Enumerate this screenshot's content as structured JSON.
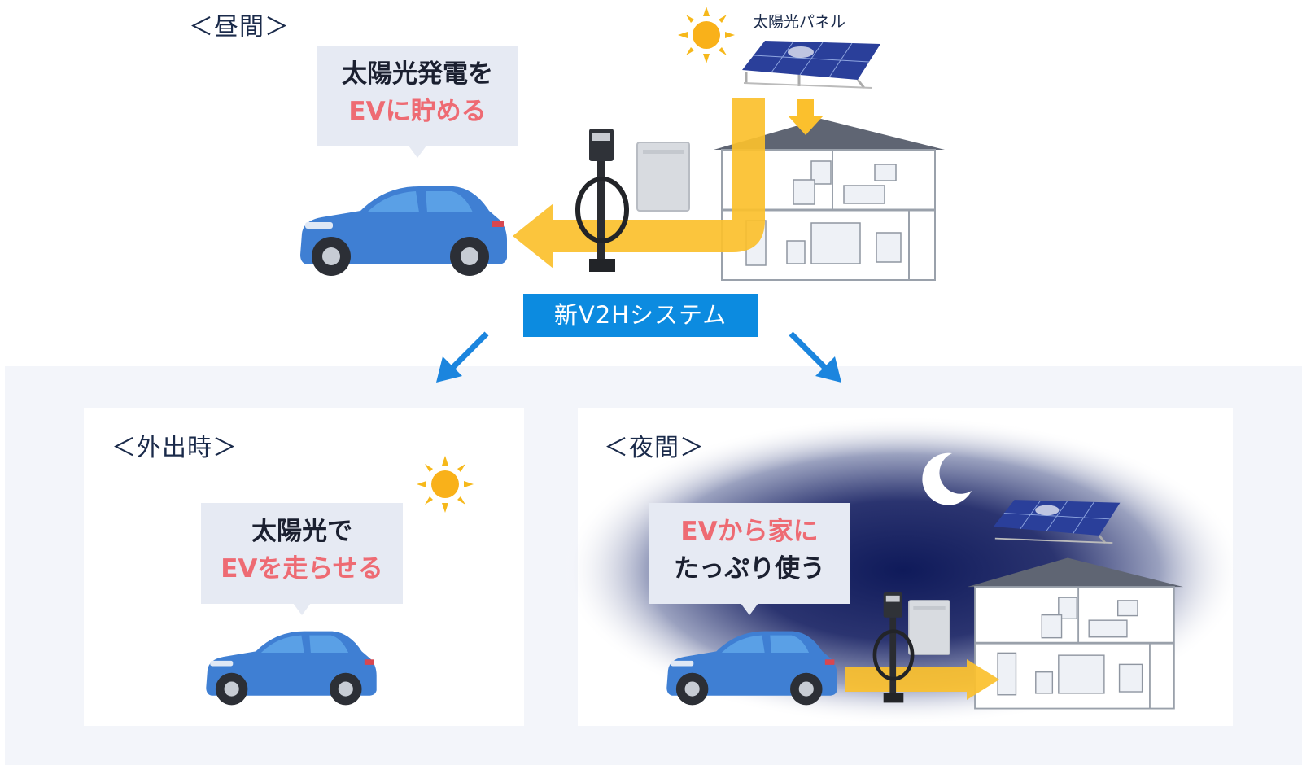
{
  "day": {
    "title": "＜昼間＞",
    "bubble_line1": "太陽光発電を",
    "bubble_line2": "EVに貯める",
    "solar_panel_label": "太陽光パネル"
  },
  "system_label": "新V2Hシステム",
  "outing": {
    "title": "＜外出時＞",
    "bubble_line1": "太陽光で",
    "bubble_line2": "EVを走らせる"
  },
  "night": {
    "title": "＜夜間＞",
    "bubble_line1": "EVから家に",
    "bubble_line2": "たっぷり使う"
  },
  "colors": {
    "accent_pink": "#ee6b73",
    "system_blue": "#0c8be0",
    "car_blue": "#3f7fd3",
    "flow_yellow": "#fbc02d",
    "arrow_blue": "#1b85de",
    "bubble_bg": "#e6eaf3",
    "panel_bg": "#f3f5fa"
  },
  "icons": [
    "sun-icon",
    "moon-icon",
    "solar-panel-icon",
    "house-icon",
    "car-icon",
    "ev-charger-icon",
    "battery-unit-icon",
    "flow-arrow-icon",
    "branch-arrow-icon"
  ]
}
